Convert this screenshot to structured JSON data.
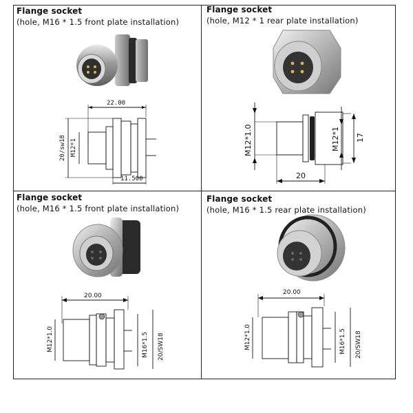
{
  "cells": [
    {
      "title": "Flange socket",
      "subtitle": "(hole, M16 * 1.5 front plate installation)",
      "dims": {
        "length": "22.00",
        "left": "20/sw18",
        "inner": "M12*1",
        "bottom": "11.500"
      }
    },
    {
      "title": "Flange socket",
      "subtitle": "(hole, M12 * 1 rear plate installation)",
      "dims": {
        "left": "M12*1.0",
        "inner": "M12*1",
        "right": "17",
        "bottom": "20"
      }
    },
    {
      "title": "Flange socket",
      "subtitle": "(hole, M16 * 1.5 front plate installation)",
      "dims": {
        "length": "20.00",
        "left": "M12*1.0",
        "inner": "M16*1.5",
        "right": "20/SW18"
      }
    },
    {
      "title": "Flange socket",
      "subtitle": "(hole, M16 * 1.5 rear plate installation)",
      "dims": {
        "length": "20.00",
        "left": "M12*1.0",
        "inner": "M16*1.5",
        "right": "20/SW18"
      }
    }
  ]
}
